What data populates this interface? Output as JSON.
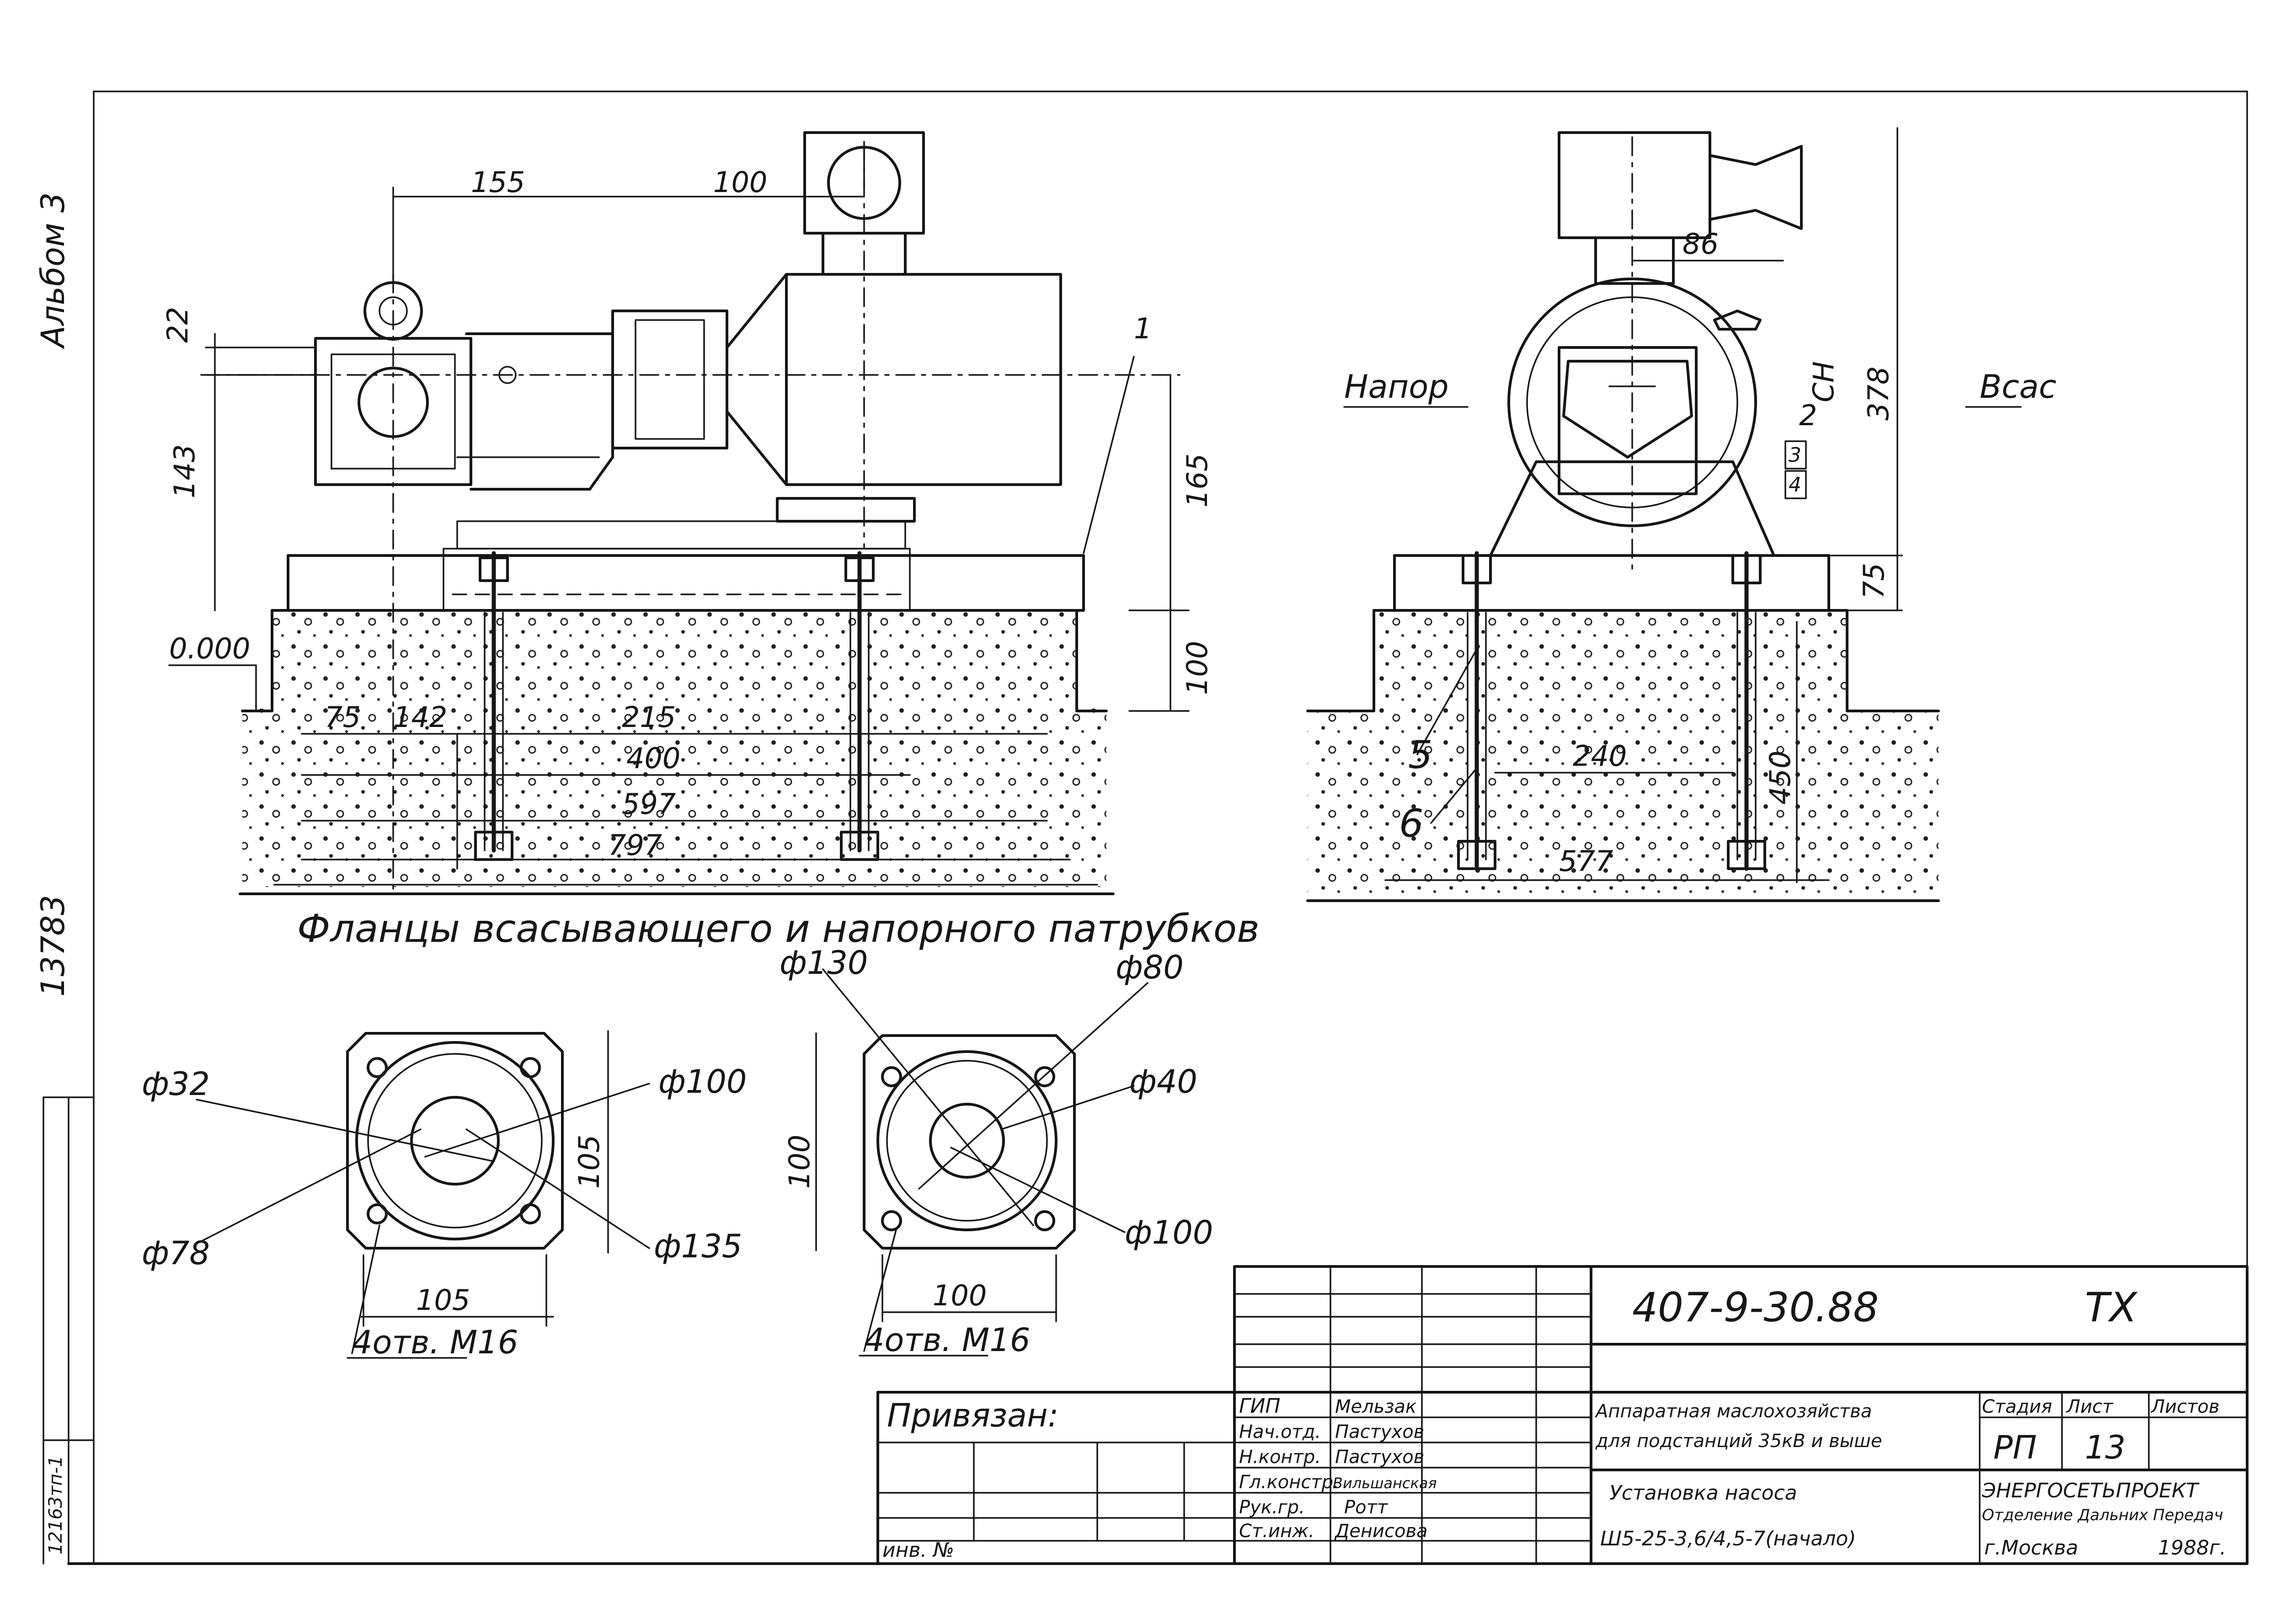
{
  "margin": {
    "stamp1": "Альбом 3",
    "stamp2": "13783",
    "stamp3": "12163тп-1"
  },
  "front_view": {
    "dim_155": "155",
    "dim_100_top": "100",
    "dim_22": "22",
    "dim_143": "143",
    "dim_165": "165",
    "dim_100_side": "100",
    "dim_1": "1",
    "elevation": "0.000",
    "dim_75": "75",
    "dim_142": "142",
    "dim_215": "215",
    "dim_400": "400",
    "dim_597": "597",
    "dim_797": "797",
    "flanges_caption": "Фланцы всасывающего и напорного патрубков"
  },
  "side_view": {
    "napor": "Напор",
    "vsas": "Всас",
    "dim_86": "86",
    "dim_ch": "CH",
    "dim_378": "378",
    "dim_75": "75",
    "dim_240": "240",
    "dim_450": "450",
    "dim_577": "577",
    "callout_2": "2",
    "callout_3": "3",
    "callout_4": "4",
    "callout_5": "5",
    "callout_6": "6"
  },
  "flange1": {
    "d32": "ф32",
    "d100": "ф100",
    "d105_vert": "105",
    "d78": "ф78",
    "d135": "ф135",
    "d105": "105",
    "holes": "4отв. М16"
  },
  "flange2": {
    "d130": "ф130",
    "d80": "ф80",
    "d40": "ф40",
    "d100_vert": "100",
    "d100_circle": "ф100",
    "d100": "100",
    "holes": "4отв. М16"
  },
  "title_block": {
    "doc_number": "407-9-30.88",
    "doc_code": "ТХ",
    "privyazan": "Привязан:",
    "inv_no": "инв. №",
    "roles": [
      "ГИП",
      "Нач.отд.",
      "Н.контр.",
      "Гл.констр.",
      "Рук.гр.",
      "Ст.инж."
    ],
    "names": [
      "Мельзак",
      "Пастухов",
      "Пастухов",
      "Вильшанская",
      "Ротт",
      "Денисова"
    ],
    "project_line1": "Аппаратная маслохозяйства",
    "project_line2": "для подстанций 35кВ и выше",
    "sheet_line1": "Установка насоса",
    "sheet_line2": "Ш5-25-3,6/4,5-7(начало)",
    "stage_header": "Стадия",
    "sheet_header": "Лист",
    "sheets_header": "Листов",
    "stage_value": "РП",
    "sheet_value": "13",
    "org_name": "ЭНЕРГОСЕТЬПРОЕКТ",
    "org_dept": "Отделение Дальних Передач",
    "org_city": "г.Москва",
    "org_year": "1988г."
  }
}
